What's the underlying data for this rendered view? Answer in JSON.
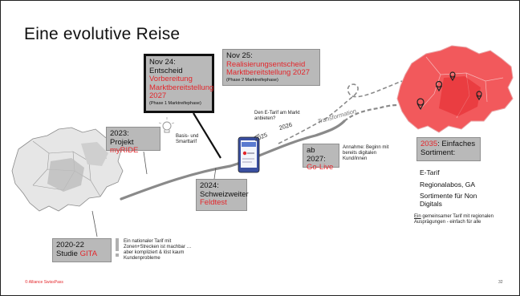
{
  "slide": {
    "title": "Eine evolutive Reise",
    "footer": "© Alliance SwissPass",
    "page_number": "32"
  },
  "milestones": {
    "m2020": {
      "year": "2020-22",
      "label": "Studie ",
      "highlight": "GITA"
    },
    "m2023": {
      "year": "2023:",
      "label": "Projekt ",
      "highlight": "myRIDE"
    },
    "m2024": {
      "year": "2024:",
      "label": "Schweizweiter",
      "highlight": "Feldtest"
    },
    "mNov24": {
      "line1": "Nov 24:",
      "line2": "Entscheid",
      "highlight": "Vorbereitung Marktbereitstellung 2027",
      "sub": "(Phase 1 Marktreifephase)"
    },
    "mNov25": {
      "line1": "Nov 25:",
      "highlight": "Realisierungsentscheid Marktbereitstellung 2027",
      "sub": "(Phase 2 Marktreifephase)"
    },
    "m2027": {
      "year": "ab 2027:",
      "highlight": "Go-Live"
    },
    "m2035": {
      "highlight": "2035",
      "label": ": Einfaches Sortiment:"
    }
  },
  "notes": {
    "basis": "Basis- und Smarttarif",
    "etarif": "Den E-Tarif am Markt anbieten?",
    "annahme": "Annahme: Beginn mit bereits digitalen Kund/innen",
    "national": "Ein nationaler Tarif mit Zonen+Strecken ist machbar … aber kompliziert & löst kaum Kundenprobleme",
    "gemeinsam_u": "Ein",
    "gemeinsam": " gemeinsamer Tarif mit regionalen Ausprägungen - einfach für alle"
  },
  "road_labels": {
    "y2025": "2025",
    "y2026": "2026",
    "transformation": "Transformation"
  },
  "sortiment": [
    "E-Tarif",
    "Regionalabos, GA",
    "Sortimente für Non Digitals"
  ],
  "colors": {
    "accent_red": "#e3262b",
    "box_grey": "#b9b9b9",
    "road_grey": "#8a8a8a"
  }
}
